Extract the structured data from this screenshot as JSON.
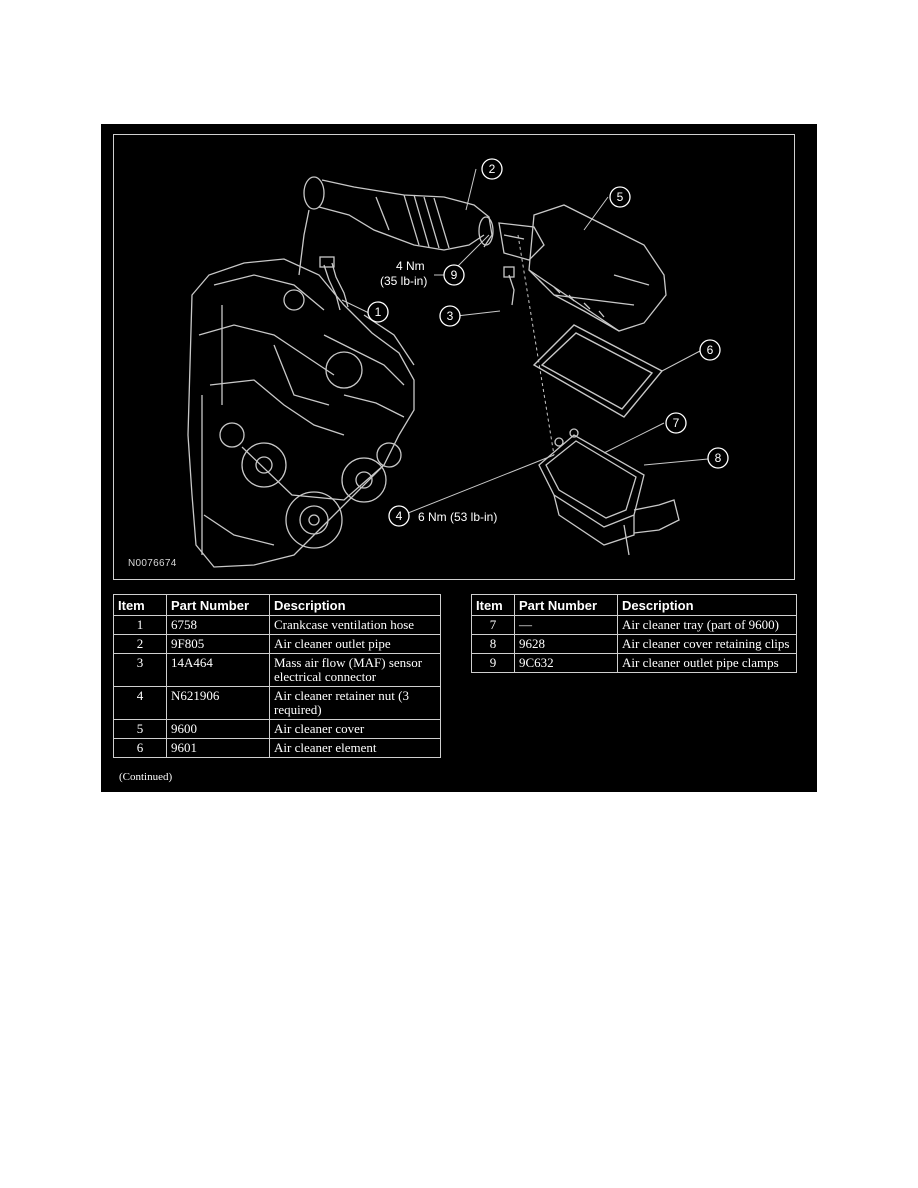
{
  "figure": {
    "id": "N0076674",
    "callouts": [
      {
        "n": "1"
      },
      {
        "n": "2"
      },
      {
        "n": "3"
      },
      {
        "n": "4"
      },
      {
        "n": "5"
      },
      {
        "n": "6"
      },
      {
        "n": "7"
      },
      {
        "n": "8"
      },
      {
        "n": "9"
      }
    ],
    "torque_9_line1": "4 Nm",
    "torque_9_line2": "(35 lb-in)",
    "torque_4": "6 Nm (53 lb-in)"
  },
  "table": {
    "headers": [
      "Item",
      "Part Number",
      "Description"
    ],
    "rows_left": [
      {
        "item": "1",
        "part": "6758",
        "desc": "Crankcase ventilation hose"
      },
      {
        "item": "2",
        "part": "9F805",
        "desc": "Air cleaner outlet pipe"
      },
      {
        "item": "3",
        "part": "14A464",
        "desc": "Mass air flow (MAF) sensor electrical connector"
      },
      {
        "item": "4",
        "part": "N621906",
        "desc": "Air cleaner retainer nut (3 required)"
      },
      {
        "item": "5",
        "part": "9600",
        "desc": "Air cleaner cover"
      },
      {
        "item": "6",
        "part": "9601",
        "desc": "Air cleaner element"
      }
    ],
    "rows_right": [
      {
        "item": "7",
        "part": "—",
        "desc": "Air cleaner tray (part of 9600)"
      },
      {
        "item": "8",
        "part": "9628",
        "desc": "Air cleaner cover retaining clips"
      },
      {
        "item": "9",
        "part": "9C632",
        "desc": "Air cleaner outlet pipe clamps"
      }
    ],
    "continued": "(Continued)"
  }
}
